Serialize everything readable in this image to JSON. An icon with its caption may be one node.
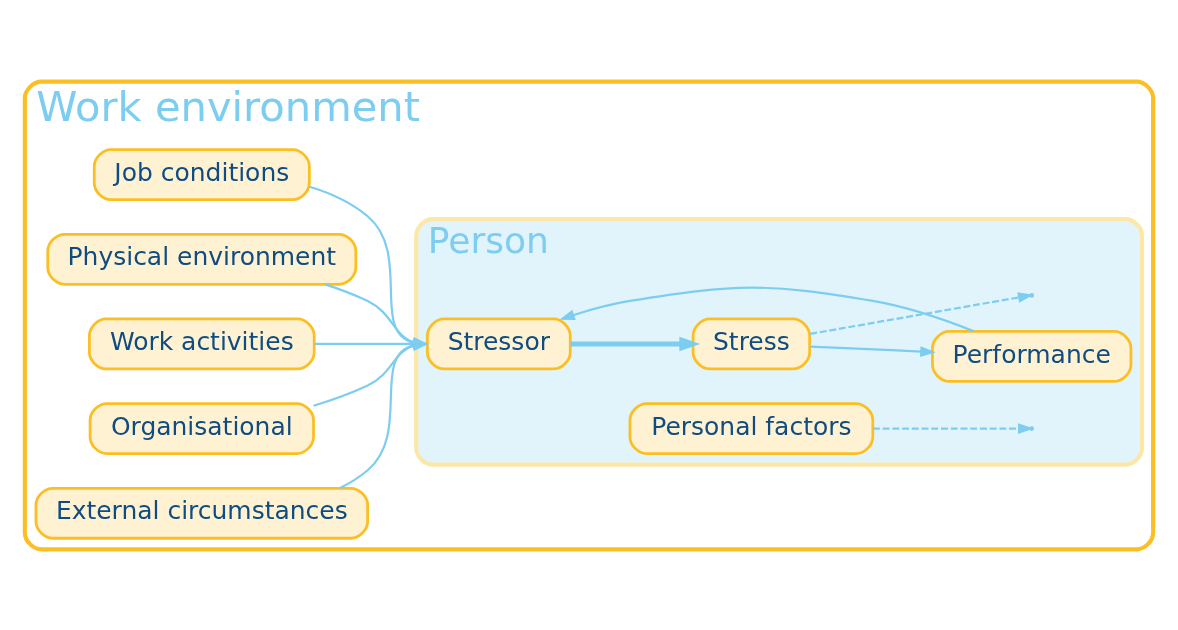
{
  "diagram": {
    "nodes": [
      {
        "text": [
          "Work environment"
        ]
      },
      {
        "text": [
          "Job conditions"
        ],
        "in": 0
      },
      {
        "text": [
          "Physical environment"
        ],
        "in": 0
      },
      {
        "text": [
          "Work activities"
        ],
        "in": 0
      },
      {
        "text": [
          "Organisational"
        ],
        "in": 0
      },
      {
        "text": [
          "External circumstances"
        ],
        "in": 0
      },
      {
        "text": [
          "Person"
        ],
        "in": 0
      },
      {
        "text": [
          "Stressor"
        ],
        "in": 6
      },
      {
        "text": [
          "Personal factors"
        ],
        "in": 6
      },
      {
        "text": [
          "Stress"
        ],
        "in": 6
      },
      {
        "text": [
          "Performance"
        ],
        "in": 6
      }
    ],
    "edges": [
      {
        "from": 1,
        "to": 7,
        "arrow": "to"
      },
      {
        "from": 2,
        "to": 7,
        "arrow": "to"
      },
      {
        "from": 3,
        "to": 7,
        "arrow": "to"
      },
      {
        "from": 4,
        "to": 7,
        "arrow": "to"
      },
      {
        "from": 5,
        "to": 7,
        "arrow": "to"
      },
      {
        "from": 7,
        "to": 9,
        "arrow": "to",
        "style": "thick"
      },
      {
        "from": 8,
        "to": null,
        "arrow": "to",
        "style": "dashed"
      },
      {
        "from": 9,
        "to": null,
        "arrow": "to",
        "style": "dashed"
      },
      {
        "from": 9,
        "to": 10,
        "arrow": "to"
      },
      {
        "from": 10,
        "to": 7,
        "arrow": "to"
      }
    ]
  }
}
